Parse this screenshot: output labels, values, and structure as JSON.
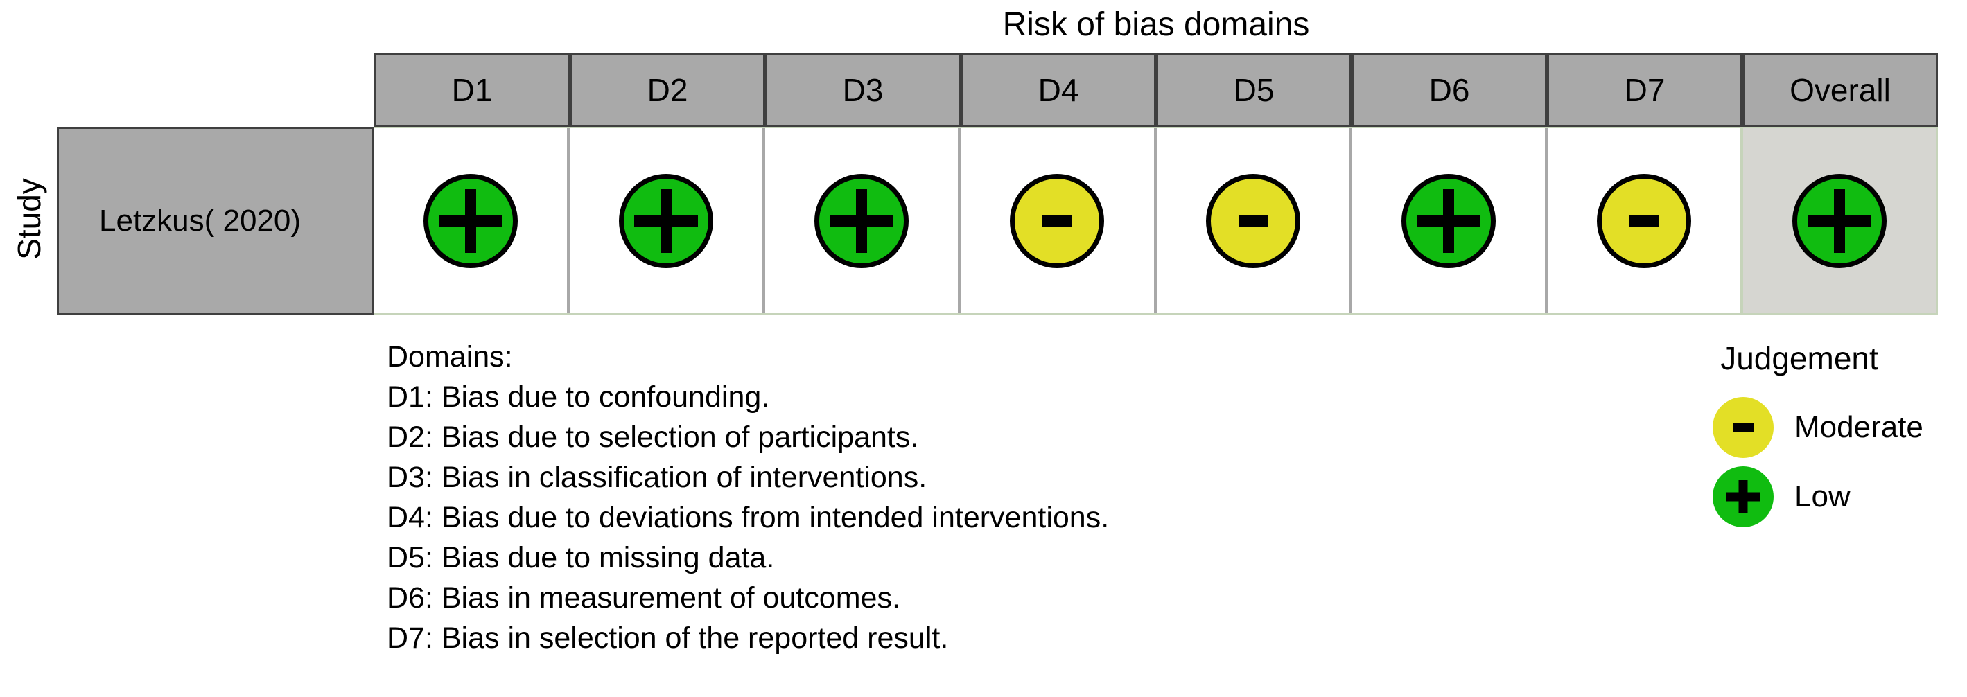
{
  "title": "Risk of bias domains",
  "study_axis_label": "Study",
  "table": {
    "columns": [
      "D1",
      "D2",
      "D3",
      "D4",
      "D5",
      "D6",
      "D7",
      "Overall"
    ],
    "row": {
      "study": "Letzkus( 2020)",
      "judgements": [
        {
          "domain": "D1",
          "level": "low",
          "symbol": "+"
        },
        {
          "domain": "D2",
          "level": "low",
          "symbol": "+"
        },
        {
          "domain": "D3",
          "level": "low",
          "symbol": "+"
        },
        {
          "domain": "D4",
          "level": "moderate",
          "symbol": "-"
        },
        {
          "domain": "D5",
          "level": "moderate",
          "symbol": "-"
        },
        {
          "domain": "D6",
          "level": "low",
          "symbol": "+"
        },
        {
          "domain": "D7",
          "level": "moderate",
          "symbol": "-"
        },
        {
          "domain": "Overall",
          "level": "low",
          "symbol": "+"
        }
      ]
    }
  },
  "domains_note": {
    "heading": "Domains:",
    "lines": [
      "D1: Bias due to confounding.",
      "D2: Bias due to selection of participants.",
      "D3: Bias in classification of interventions.",
      "D4: Bias due to deviations from intended interventions.",
      "D5: Bias due to missing data.",
      "D6: Bias in measurement of outcomes.",
      "D7: Bias in selection of the reported result."
    ]
  },
  "legend": {
    "title": "Judgement",
    "items": [
      {
        "symbol": "-",
        "label": "Moderate",
        "level": "moderate"
      },
      {
        "symbol": "+",
        "label": "Low",
        "level": "low"
      }
    ]
  },
  "colors": {
    "low_green": "#10BC10",
    "moderate_yellow": "#E3DF26",
    "header_gray": "#A9A9A9",
    "overall_cell_gray": "#D6D6D1",
    "dark_border": "#3F3F3F",
    "panel_edge_green": "#C6D4BA",
    "cell_separator_gray": "#A8A8A8",
    "symbol_black": "#000000"
  },
  "chart_data": {
    "type": "heatmap",
    "title": "Risk of bias domains",
    "x_categories": [
      "D1",
      "D2",
      "D3",
      "D4",
      "D5",
      "D6",
      "D7",
      "Overall"
    ],
    "y_categories": [
      "Letzkus( 2020)"
    ],
    "y_axis_label": "Study",
    "values": [
      [
        "low",
        "low",
        "low",
        "moderate",
        "moderate",
        "low",
        "moderate",
        "low"
      ]
    ],
    "legend": {
      "title": "Judgement",
      "position": "bottom-right",
      "entries": [
        {
          "label": "Moderate",
          "symbol": "-",
          "color": "#E3DF26"
        },
        {
          "label": "Low",
          "symbol": "+",
          "color": "#10BC10"
        }
      ]
    }
  }
}
